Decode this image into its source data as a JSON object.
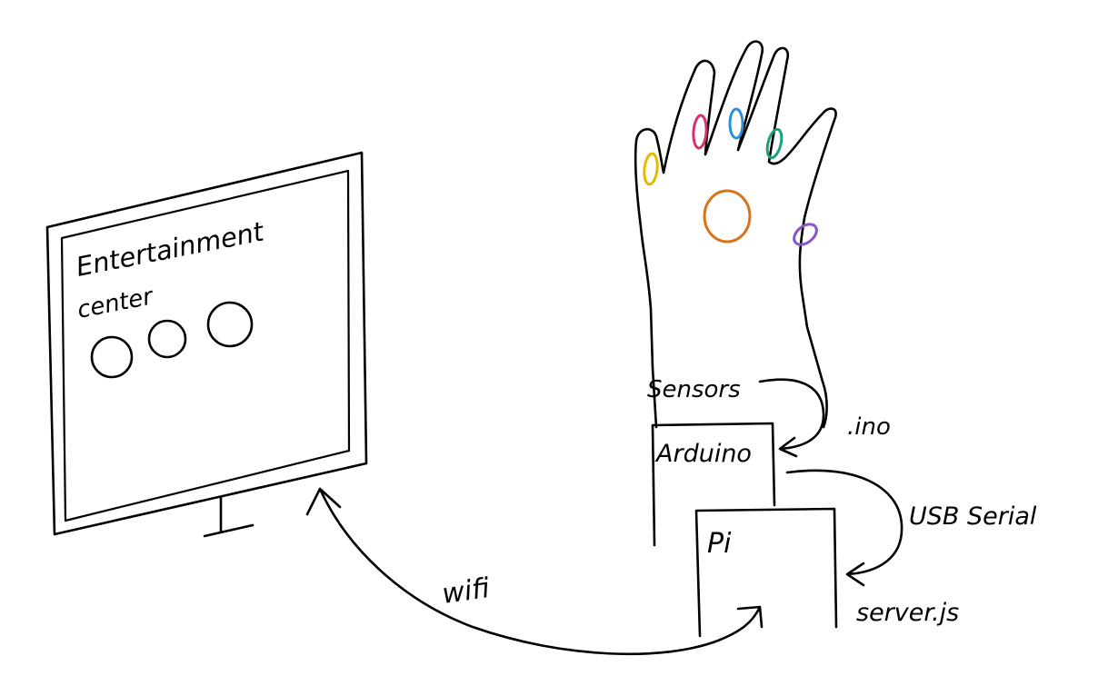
{
  "monitor": {
    "title_line1": "Entertainment",
    "title_line2": "center"
  },
  "glove": {
    "sensor_colors": {
      "pinky": "#e6b800",
      "ring": "#d62f6f",
      "middle": "#2f8fd6",
      "index": "#1aa37a",
      "palm": "#d9731a",
      "thumb": "#8a55c9"
    }
  },
  "labels": {
    "sensors": "Sensors",
    "ino": ".ino",
    "arduino": "Arduino",
    "pi": "Pi",
    "usb_serial": "USB Serial",
    "server": "server.js",
    "wifi": "wifi"
  }
}
